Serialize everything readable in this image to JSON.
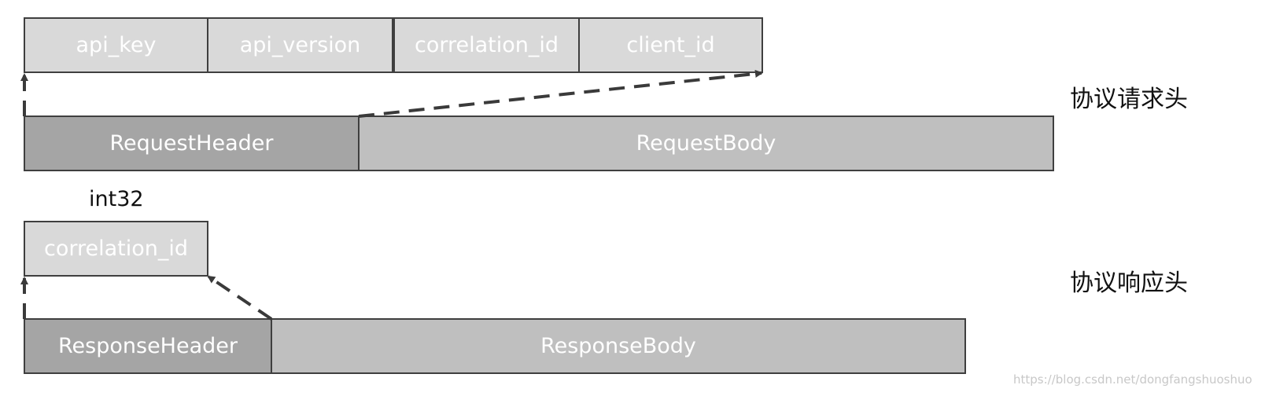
{
  "request": {
    "header_fields": [
      "api_key",
      "api_version",
      "correlation_id",
      "client_id"
    ],
    "header_label": "RequestHeader",
    "body_label": "RequestBody",
    "side_label": "协议请求头"
  },
  "response": {
    "type_label": "int32",
    "header_fields": [
      "correlation_id"
    ],
    "header_label": "ResponseHeader",
    "body_label": "ResponseBody",
    "side_label": "协议响应头"
  },
  "watermark": "https://blog.csdn.net/dongfangshuoshuo",
  "colors": {
    "field_fill": "#d9d9d9",
    "header_fill": "#a5a5a5",
    "body_fill": "#bfbfbf",
    "stroke": "#3f3f3f",
    "text_on_box": "#ffffff"
  }
}
